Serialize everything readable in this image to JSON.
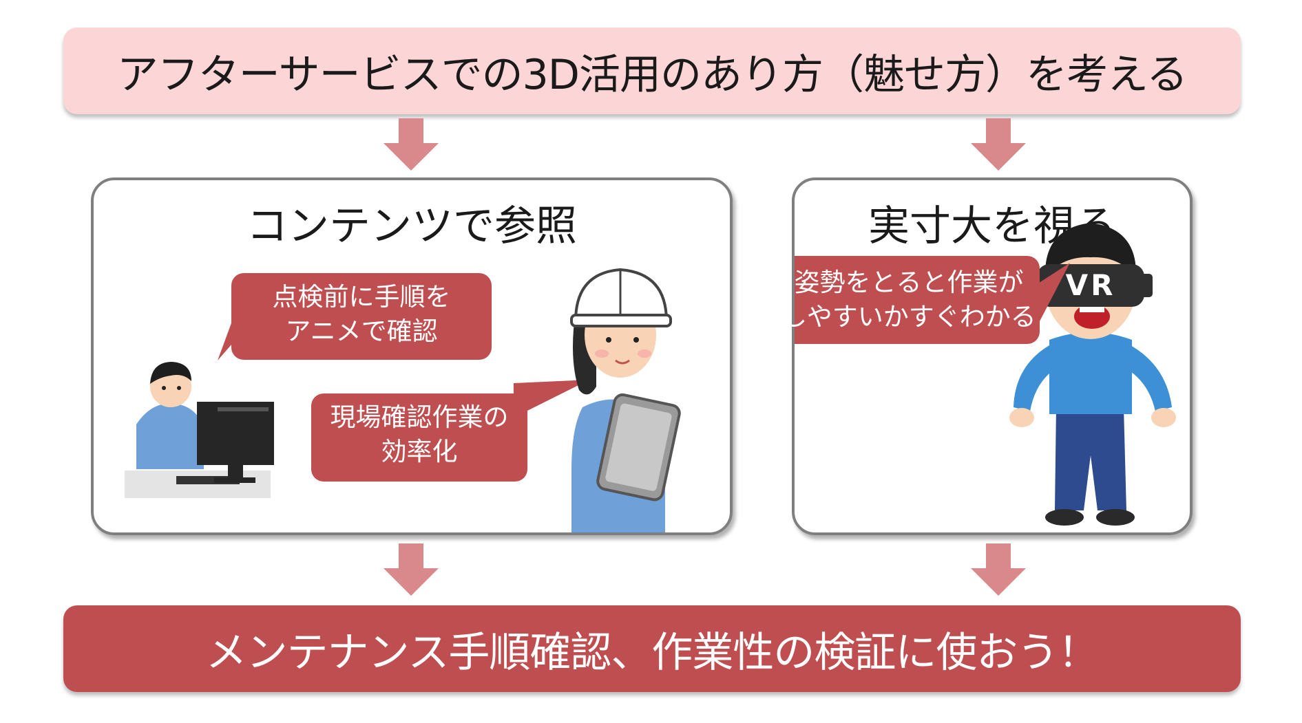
{
  "top_banner": {
    "text": "アフターサービスでの3D活用のあり方（魅せ方）を考える"
  },
  "left_panel": {
    "title": "コンテンツで参照",
    "bubble_1": {
      "line1": "点検前に手順を",
      "line2": "アニメで確認"
    },
    "bubble_2": {
      "line1": "現場確認作業の",
      "line2": "効率化"
    }
  },
  "right_panel": {
    "title": "実寸大を視る",
    "headset_label": "VR",
    "bubble": {
      "line1": "姿勢をとると作業が",
      "line2": "しやすいかすぐわかる"
    }
  },
  "bottom_banner": {
    "text": "メンテナンス手順確認、作業性の検証に使おう！"
  },
  "colors": {
    "top_banner_fill": "#fcd5d6",
    "bottom_banner_fill": "#bf4e50",
    "bubble_fill": "#bf4e50",
    "arrow_fill": "#d9888b",
    "panel_border": "#7f7f7f"
  }
}
